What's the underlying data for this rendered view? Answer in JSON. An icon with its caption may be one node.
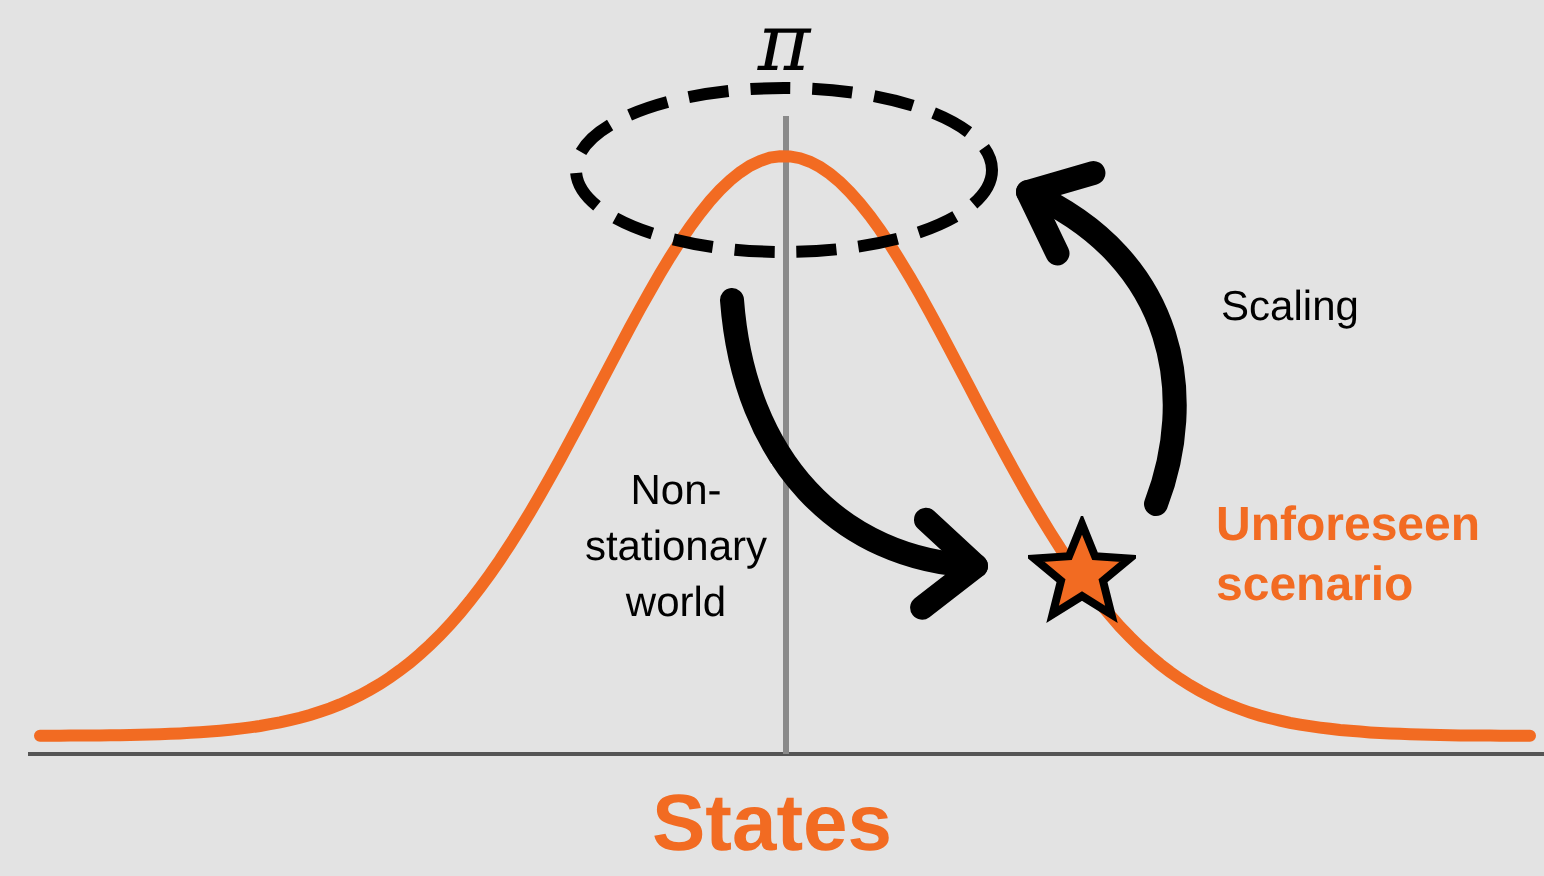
{
  "diagram": {
    "nodes": [
      {
        "text": [
          "π"
        ]
      },
      {
        "text": [],
        "shape": "star",
        "beside": [
          "Unforeseen scenario"
        ]
      }
    ],
    "edges": [
      {
        "from": 0,
        "to": 1,
        "arrow": "to",
        "label": "Non-stationary world"
      },
      {
        "from": 1,
        "to": 0,
        "arrow": "to",
        "label": "Scaling"
      }
    ],
    "labels": [
      "States"
    ]
  }
}
